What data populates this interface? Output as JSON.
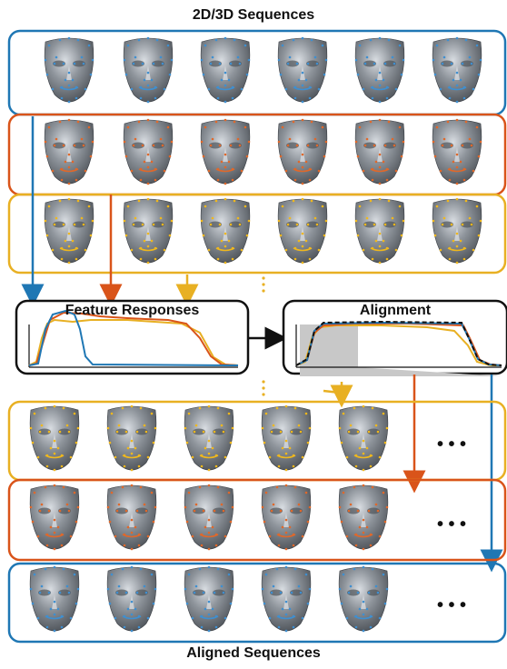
{
  "titles": {
    "top": "2D/3D Sequences",
    "bottom": "Aligned Sequences"
  },
  "feature_box": {
    "title": "Feature Responses"
  },
  "alignment_box": {
    "title": "Alignment"
  },
  "continuation": {
    "ellipsis": "• • •"
  },
  "colors": {
    "blue": "#1f77b4",
    "red": "#d9541a",
    "yellow": "#e8b023",
    "face": "#7f848b",
    "face_highlight": "#cfd3d8",
    "shade": "#c8c8c8",
    "landmark_blue": "#3f8fd0",
    "landmark_red": "#e0682a",
    "landmark_yellow": "#f0b81c"
  },
  "icons": [
    "face-mesh-icon",
    "ellipsis-icon",
    "arrow-icon"
  ],
  "sequences": {
    "input": [
      {
        "name": "blue-sequence",
        "color": "blue",
        "faces": 6
      },
      {
        "name": "red-sequence",
        "color": "red",
        "faces": 6
      },
      {
        "name": "yellow-sequence",
        "color": "yellow",
        "faces": 6
      }
    ],
    "aligned": [
      {
        "name": "yellow-aligned-sequence",
        "color": "yellow",
        "faces": 5
      },
      {
        "name": "red-aligned-sequence",
        "color": "red",
        "faces": 5
      },
      {
        "name": "blue-aligned-sequence",
        "color": "blue",
        "faces": 5
      }
    ]
  }
}
